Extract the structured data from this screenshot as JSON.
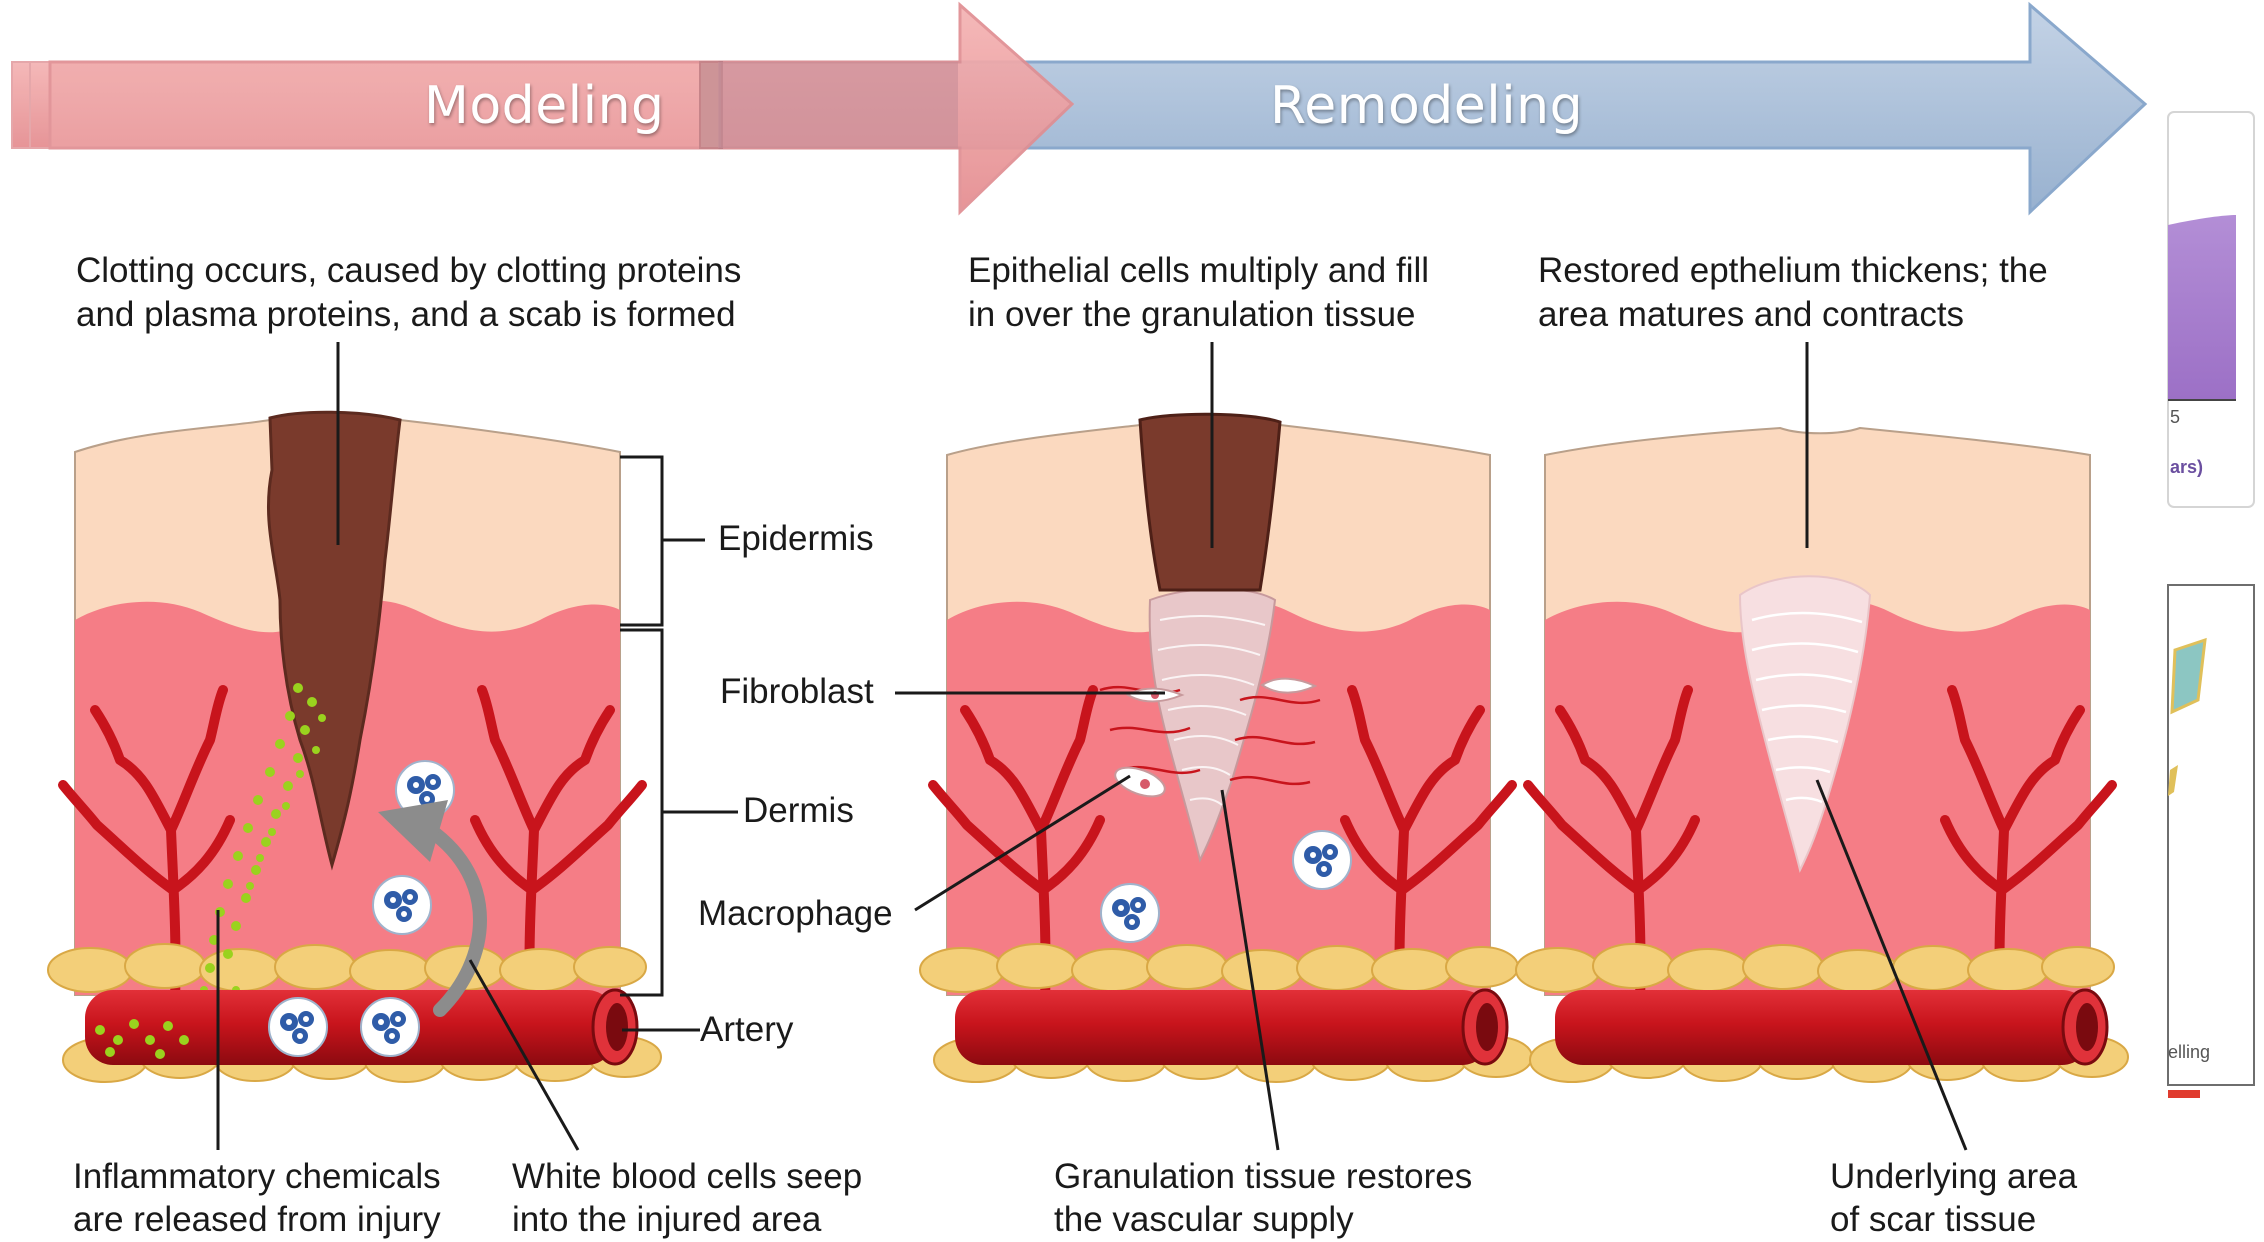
{
  "phases": {
    "modeling": "Modeling",
    "remodeling": "Remodeling"
  },
  "captions": {
    "clotting": [
      "Clotting occurs, caused by clotting proteins",
      "and plasma proteins, and a scab is formed"
    ],
    "epithelial": [
      "Epithelial cells multiply and fill",
      "in over the granulation tissue"
    ],
    "restored": [
      "Restored epthelium thickens; the",
      "area matures and contracts"
    ],
    "inflammatory": [
      "Inflammatory chemicals",
      "are released from injury"
    ],
    "wbc": [
      "White blood cells seep",
      "into the injured area"
    ],
    "granulation": [
      "Granulation tissue restores",
      "the vascular supply"
    ],
    "scar": [
      "Underlying area",
      "of scar tissue"
    ]
  },
  "labels": {
    "epidermis": "Epidermis",
    "dermis": "Dermis",
    "fibroblast": "Fibroblast",
    "macrophage": "Macrophage",
    "artery": "Artery"
  },
  "side_fragments": {
    "tick": "5",
    "unit": "ars)",
    "footer": "elling"
  },
  "colors": {
    "epidermis": "#fbd9bf",
    "dermis": "#f57d86",
    "vessel": "#c8141c",
    "fat": "#f3cf79",
    "scab": "#7a3a2c",
    "modeling_arrow": "#eb9ea0",
    "remodeling_arrow": "#a6bdd8"
  }
}
